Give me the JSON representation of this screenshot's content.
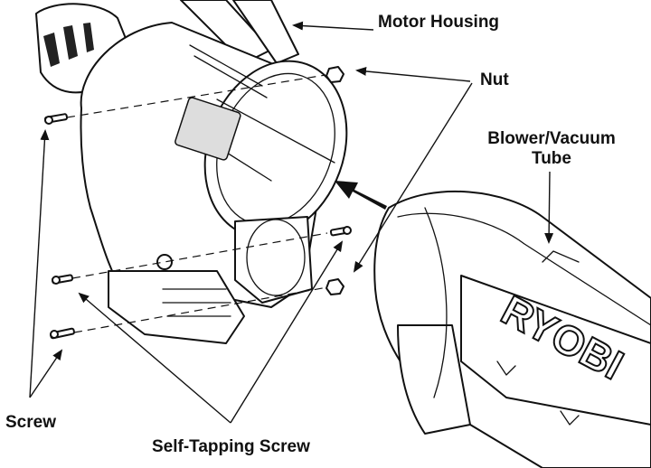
{
  "labels": {
    "motor_housing": "Motor Housing",
    "nut": "Nut",
    "tube_line1": "Blower/Vacuum",
    "tube_line2": "Tube",
    "screw": "Screw",
    "self_tapping_screw": "Self-Tapping Screw"
  },
  "brand": "RYOBI"
}
